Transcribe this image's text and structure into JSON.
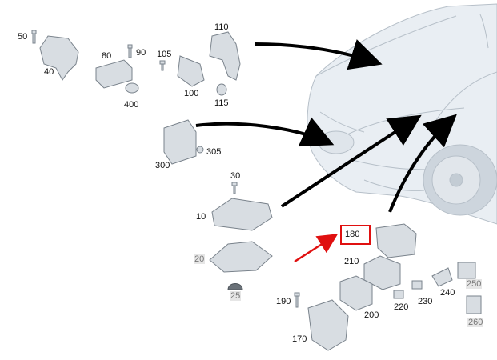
{
  "diagram": {
    "highlight_color": "#e01010",
    "arrow_color": "#000000",
    "callouts": [
      {
        "id": "50",
        "text": "50"
      },
      {
        "id": "40",
        "text": "40"
      },
      {
        "id": "80",
        "text": "80"
      },
      {
        "id": "90",
        "text": "90"
      },
      {
        "id": "400",
        "text": "400"
      },
      {
        "id": "105",
        "text": "105"
      },
      {
        "id": "110",
        "text": "110"
      },
      {
        "id": "100",
        "text": "100"
      },
      {
        "id": "115",
        "text": "115"
      },
      {
        "id": "300",
        "text": "300"
      },
      {
        "id": "305",
        "text": "305"
      },
      {
        "id": "30",
        "text": "30"
      },
      {
        "id": "10",
        "text": "10"
      },
      {
        "id": "20",
        "text": "20"
      },
      {
        "id": "25",
        "text": "25"
      },
      {
        "id": "180",
        "text": "180"
      },
      {
        "id": "210",
        "text": "210"
      },
      {
        "id": "200",
        "text": "200"
      },
      {
        "id": "190",
        "text": "190"
      },
      {
        "id": "170",
        "text": "170"
      },
      {
        "id": "220",
        "text": "220"
      },
      {
        "id": "230",
        "text": "230"
      },
      {
        "id": "240",
        "text": "240"
      },
      {
        "id": "250",
        "text": "250"
      },
      {
        "id": "260",
        "text": "260"
      }
    ]
  }
}
